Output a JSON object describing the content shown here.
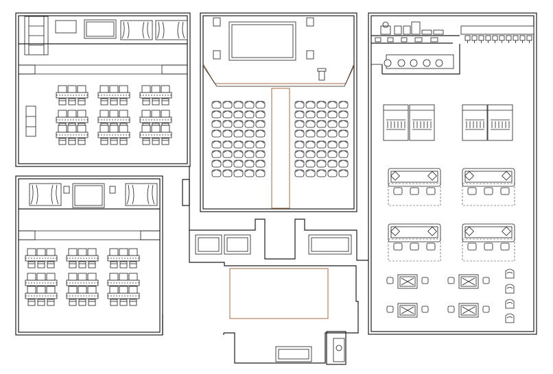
{
  "drawing": {
    "type": "architectural floor plan",
    "background": "#ffffff",
    "line_color": "#1a1a1a",
    "accent_color": "#a86a3a"
  },
  "rooms": [
    {
      "id": "training-room-a",
      "furniture": [
        "bookshelf",
        "whiteboard",
        "screen",
        "curtains",
        "classroom-desks"
      ]
    },
    {
      "id": "training-room-b",
      "furniture": [
        "screen",
        "curtains",
        "classroom-desks"
      ]
    },
    {
      "id": "auditorium",
      "furniture": [
        "stage",
        "screen",
        "podium",
        "theatre-seating",
        "aisle"
      ]
    },
    {
      "id": "lobby",
      "furniture": [
        "rug"
      ]
    },
    {
      "id": "lounge-cafe",
      "furniture": [
        "kitchen-counter",
        "bar-stools",
        "bookshelves",
        "sofa-sets",
        "tea-tables",
        "lounge-chairs"
      ]
    }
  ]
}
